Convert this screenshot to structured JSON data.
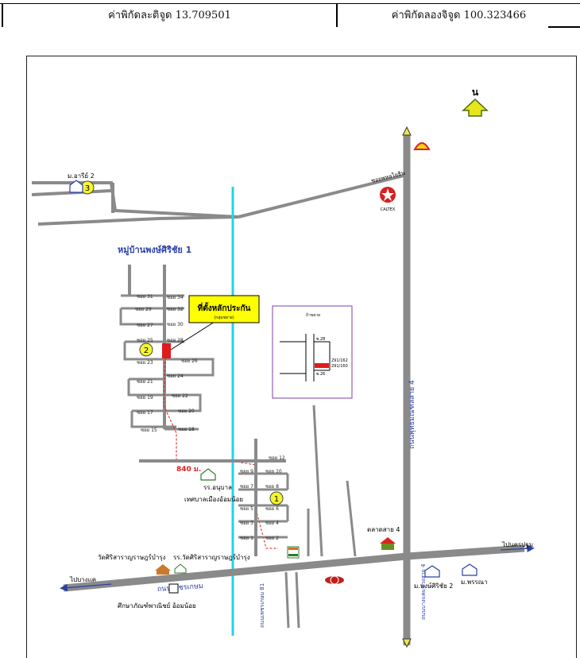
{
  "header": {
    "latitude_text": "ค่าพิกัดละติจูด 13.709501",
    "longitude_text": "ค่าพิกัดลองจิจูด 100.323466"
  },
  "map": {
    "north_label": "น",
    "village_title": "หมู่บ้านพงษ์ศิริชัย 1",
    "collateral_label": "ที่ตั้งหลักประกัน",
    "collateral_sub": "(กลุ่มขยาย)",
    "distance_label": "840 ม.",
    "roads": {
      "main_road": "ถนนเพชรเกษม",
      "road_north": "ถนนบางแคแขวงสาย 4",
      "road_side": "ถนนเพชรเกษม 81",
      "road_right_label": "ถนนพุทธมณฑลสาย 4",
      "to_left": "ไปบางแค",
      "to_right": "ไปนครปฐม"
    },
    "places": {
      "village_arisi": "ม.อารีย์ 2",
      "village_phongsiri2": "ม.พงษ์ศิริชัย 2",
      "village_phonphana": "ม.พรรณา",
      "school": "รร.อนุบาล",
      "municipality": "เทศบาลเมืองอ้อมน้อย",
      "market": "ตลาดสาย 4",
      "temple": "วัดศิริสาราญราษฎร์บำรุง",
      "temple_school": "รร.วัดศิริสาราญราษฎร์บำรุง",
      "center": "ศึกษาภัณฑ์พาณิชย์ อ้อมน้อย",
      "road_top": "ซอยพหลโยธิน",
      "caltex": "CALTEX"
    },
    "markers": [
      "1",
      "2",
      "3"
    ],
    "sois_left": [
      "ซอย 31",
      "ซอย 29",
      "ซอย 27",
      "ซอย 25",
      "ซอย 23",
      "ซอย 21",
      "ซอย 19",
      "ซอย 17",
      "ซอย 15"
    ],
    "sois_right": [
      "ซอย 34",
      "ซอย 32",
      "ซอย 30",
      "ซอย 28",
      "ซอย 26",
      "ซอย 24",
      "ซอย 22",
      "ซอย 20",
      "ซอย 18"
    ],
    "sois_lower": [
      "ซอย 12",
      "ซอย 9",
      "ซอย 10",
      "ซอย 7",
      "ซอย 8",
      "ซอย 5",
      "ซอย 6",
      "ซอย 3",
      "ซอย 4",
      "ซอย 1",
      "ซอย 2"
    ],
    "inset": {
      "title": "ถ้าขยาย",
      "soi_top": "ซ.28",
      "soi_bottom": "ซ.26",
      "lot_a": "291/162",
      "lot_b": "291/160"
    }
  }
}
